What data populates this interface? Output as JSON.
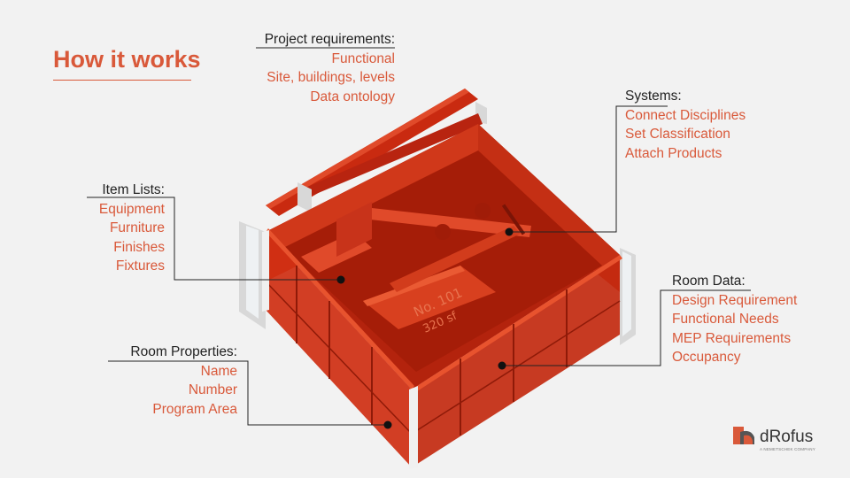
{
  "slide": {
    "title": "How it works"
  },
  "callouts": {
    "project": {
      "heading": "Project requirements:",
      "items": [
        "Functional",
        "Site, buildings, levels",
        "Data ontology"
      ]
    },
    "systems": {
      "heading": "Systems:",
      "items": [
        "Connect Disciplines",
        "Set Classification",
        "Attach Products"
      ]
    },
    "item_lists": {
      "heading": "Item Lists:",
      "items": [
        "Equipment",
        "Furniture",
        "Finishes",
        "Fixtures"
      ]
    },
    "room_data": {
      "heading": "Room Data:",
      "items": [
        "Design Requirement",
        "Functional Needs",
        "MEP Requirements",
        "Occupancy"
      ]
    },
    "room_properties": {
      "heading": "Room Properties:",
      "items": [
        "Name",
        "Number",
        "Program Area"
      ]
    }
  },
  "model": {
    "room_number": "No. 101",
    "room_area": "320 sf"
  },
  "brand": {
    "name": "dRofus",
    "tagline": "A NEMETSCHEK COMPANY",
    "accent": "#d9593a"
  },
  "colors": {
    "accent": "#d9593a",
    "model_red": "#c92a10",
    "model_dark": "#8f1a08",
    "background": "#f2f2f2"
  }
}
